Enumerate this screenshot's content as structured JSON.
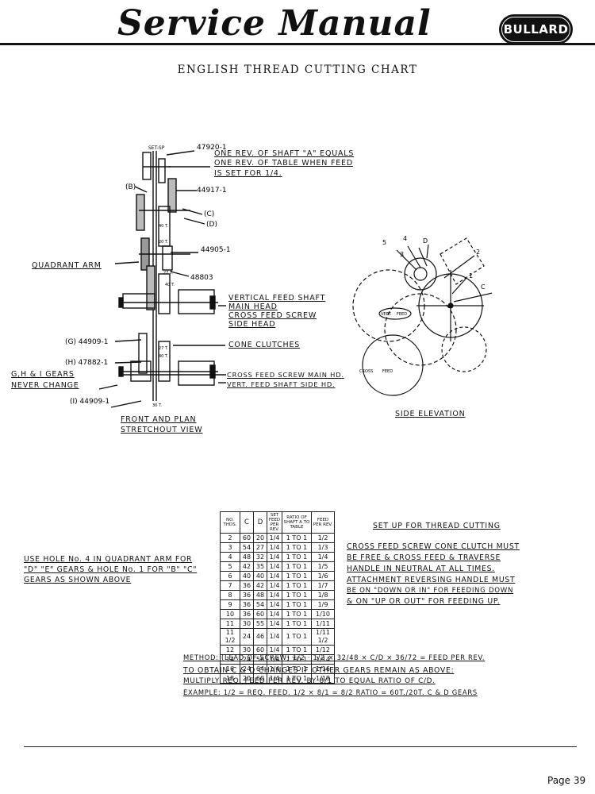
{
  "header": {
    "title": "Service Manual",
    "logo_text": "BULLARD"
  },
  "chart_title": "ENGLISH THREAD CUTTING CHART",
  "front_view": {
    "part_labels": [
      "SET-SP",
      "47920-1",
      "44917-1",
      "44905-1",
      "48803",
      "(B)",
      "(C)",
      "(D)",
      "(G) 44909-1",
      "(H) 47882-1",
      "(I) 44909-1"
    ],
    "gear_marks": [
      "40 T.",
      "20 T.",
      "27 T.",
      "40 T.",
      "27 T.",
      "40 T.",
      "30 T."
    ],
    "note_lines": [
      "ONE REV. OF SHAFT \"A\" EQUALS",
      "ONE REV. OF TABLE WHEN FEED",
      "IS SET FOR 1/4."
    ],
    "quadrant_arm": "QUADRANT ARM",
    "shaft_lines": [
      "VERTICAL FEED SHAFT",
      "MAIN HEAD",
      "CROSS FEED SCREW",
      "SIDE HEAD"
    ],
    "cone_clutches": "CONE CLUTCHES",
    "never_change": [
      "G,H & I GEARS",
      "NEVER CHANGE"
    ],
    "cross_lines": [
      "CROSS FEED SCREW MAIN HD.",
      "VERT. FEED SHAFT SIDE HD."
    ],
    "caption_lines": [
      "FRONT AND PLAN",
      "STRETCHOUT VIEW"
    ]
  },
  "side_view": {
    "gear_numbers": [
      "5",
      "4",
      "3",
      "D",
      "2",
      "1",
      "C"
    ],
    "gear_texts": [
      "VERT.",
      "FEED",
      "CROSS",
      "FEED"
    ],
    "caption": "SIDE ELEVATION"
  },
  "table": {
    "headers": [
      "NO. THDS.",
      "C",
      "D",
      "SET FEED PER REV.",
      "RATIO OF SHAFT A TO TABLE",
      "FEED PER REV."
    ],
    "rows": [
      [
        "2",
        "60",
        "20",
        "1/4",
        "1 TO 1",
        "1/2"
      ],
      [
        "3",
        "54",
        "27",
        "1/4",
        "1 TO 1",
        "1/3"
      ],
      [
        "4",
        "48",
        "32",
        "1/4",
        "1 TO 1",
        "1/4"
      ],
      [
        "5",
        "42",
        "35",
        "1/4",
        "1 TO 1",
        "1/5"
      ],
      [
        "6",
        "40",
        "40",
        "1/4",
        "1 TO 1",
        "1/6"
      ],
      [
        "7",
        "36",
        "42",
        "1/4",
        "1 TO 1",
        "1/7"
      ],
      [
        "8",
        "36",
        "48",
        "1/4",
        "1 TO 1",
        "1/8"
      ],
      [
        "9",
        "36",
        "54",
        "1/4",
        "1 TO 1",
        "1/9"
      ],
      [
        "10",
        "36",
        "60",
        "1/4",
        "1 TO 1",
        "1/10"
      ],
      [
        "11",
        "30",
        "55",
        "1/4",
        "1 TO 1",
        "1/11"
      ],
      [
        "11 1/2",
        "24",
        "46",
        "1/4",
        "1 TO 1",
        "1/11 1/2"
      ],
      [
        "12",
        "30",
        "60",
        "1/4",
        "1 TO 1",
        "1/12"
      ],
      [
        "14",
        "24",
        "56",
        "1/4",
        "1 TO 1",
        "1/14"
      ],
      [
        "16",
        "24",
        "64",
        "1/4",
        "1 TO 1",
        "1/16"
      ],
      [
        "18",
        "20",
        "60",
        "1/4",
        "1 TO 1",
        "1/18"
      ]
    ]
  },
  "quadrant_note": [
    "USE HOLE No. 4 IN QUADRANT ARM FOR",
    "\"D\" \"E\" GEARS & HOLE No. 1 FOR \"B\" \"C\"",
    "GEARS AS SHOWN ABOVE"
  ],
  "setup": {
    "title": "SET UP FOR THREAD CUTTING",
    "lines": [
      "CROSS FEED SCREW CONE CLUTCH MUST",
      "BE FREE & CROSS FEED & TRAVERSE",
      "HANDLE IN NEUTRAL AT ALL TIMES.",
      "ATTACHMENT REVERSING HANDLE MUST",
      "BE ON \"DOWN OR IN\" FOR FEEDING DOWN",
      "& ON \"UP OR OUT\" FOR FEEDING UP."
    ]
  },
  "method": [
    "METHOD: (LEAD OF SCREW) 1/2 · 1/2 × 32/48 × C/D × 36/72 = FEED PER REV.",
    "TO OBTAIN C & D CHANGES IF OTHER GEARS REMAIN AS ABOVE:",
    "MULTIPLY REQ. FEED PER REV. BY 8/1 TO EQUAL RATIO OF C/D.",
    "EXAMPLE: 1/2 = REQ. FEED. 1/2 × 8/1 = 8/2 RATIO = 60T./20T. C & D GEARS"
  ],
  "footer": {
    "page": "Page 39"
  }
}
